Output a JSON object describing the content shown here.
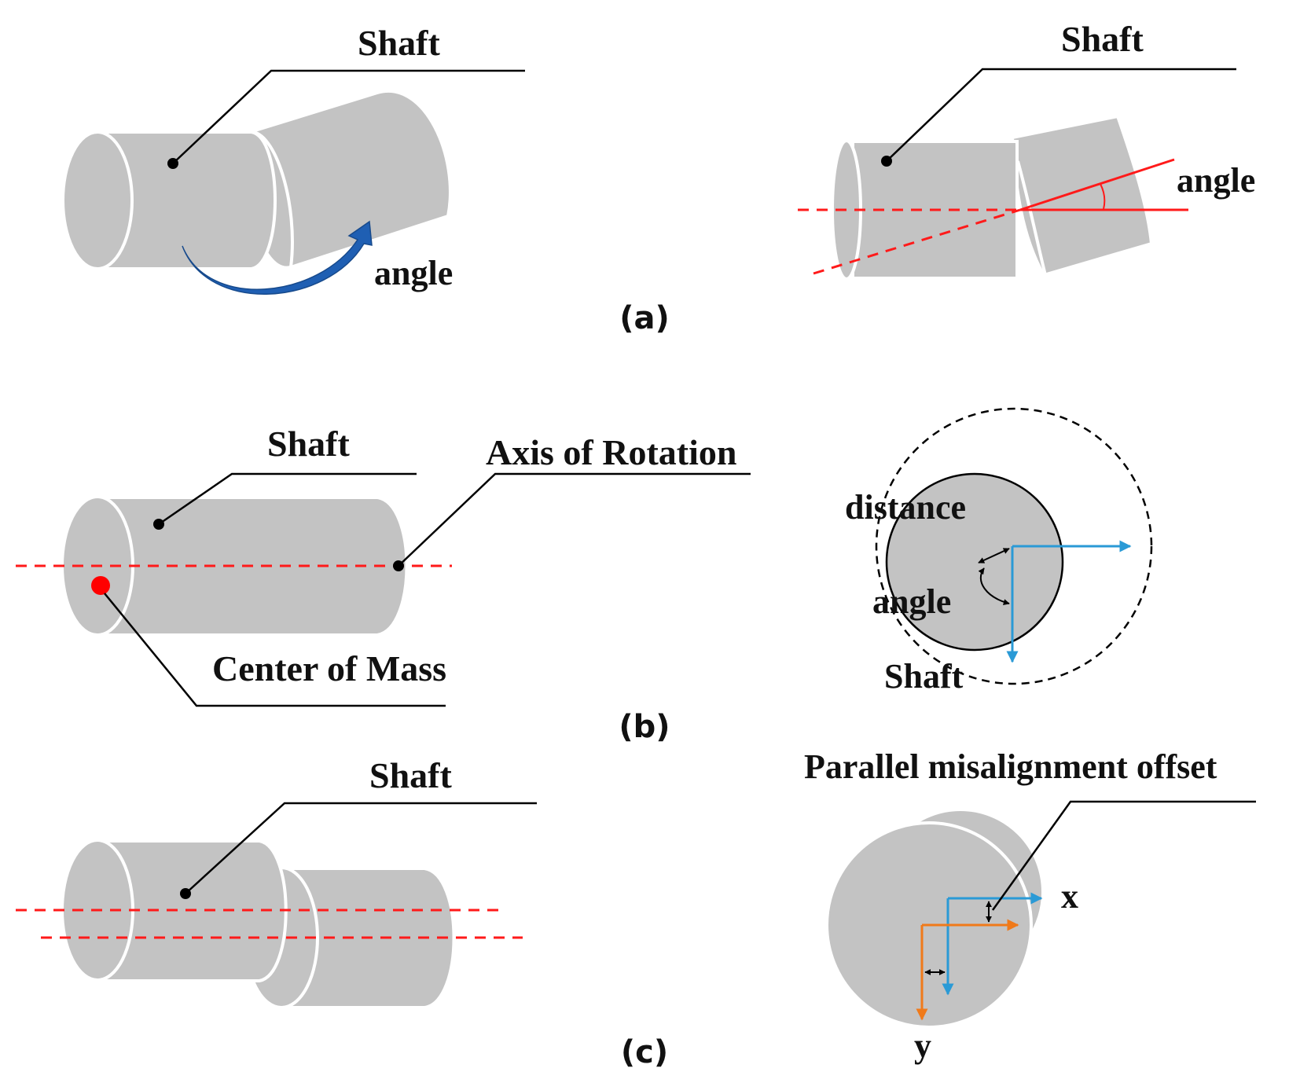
{
  "panel_a": {
    "caption": "(a)",
    "left": {
      "shaft_label": "Shaft",
      "angle_label": "angle"
    },
    "right": {
      "shaft_label": "Shaft",
      "angle_label": "angle"
    }
  },
  "panel_b": {
    "caption": "(b)",
    "left": {
      "shaft_label": "Shaft",
      "axis_label": "Axis of Rotation",
      "mass_label": "Center of Mass"
    },
    "right": {
      "distance_label": "distance",
      "angle_label": "angle",
      "shaft_label": "Shaft"
    }
  },
  "panel_c": {
    "caption": "(c)",
    "left": {
      "shaft_label": "Shaft"
    },
    "right": {
      "offset_label": "Parallel misalignment offset",
      "x_label": "x",
      "y_label": "y"
    }
  },
  "colors": {
    "shaft": "#c3c3c3",
    "misalignment_line": "#ff1a1a",
    "rotation_arrow": "#1f5fb3",
    "axis_blue": "#2a9ad6",
    "axis_orange": "#f07a1a",
    "center_of_mass": "#ff0000"
  }
}
